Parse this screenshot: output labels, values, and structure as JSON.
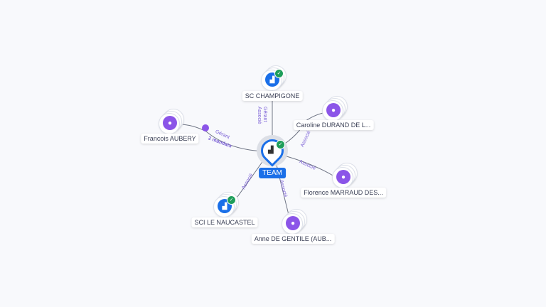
{
  "center": {
    "label": "TEAM",
    "type": "company",
    "verified": true
  },
  "nodes": [
    {
      "label": "SC CHAMPIGONE",
      "type": "company",
      "verified": true,
      "relation": "Gérant\nAssocié"
    },
    {
      "label": "Caroline DURAND DE L...",
      "type": "person",
      "relation": "Associé"
    },
    {
      "label": "Francois AUBERY",
      "type": "person",
      "relation": "Gérant",
      "extra": "2 mandats"
    },
    {
      "label": "Florence MARRAUD DES...",
      "type": "person",
      "relation": "Associé"
    },
    {
      "label": "SCI LE NAUCASTEL",
      "type": "company",
      "verified": true,
      "relation": "Associé"
    },
    {
      "label": "Anne DE GENTILE (AUB...",
      "type": "person",
      "relation": "Associé"
    }
  ],
  "edge_labels": {
    "gerant": "Gérant",
    "associe": "Associé",
    "mandats": "2 mandats"
  },
  "colors": {
    "person": "#8b55e8",
    "company": "#1a6fe8",
    "verified": "#1e9e5a",
    "edge_label": "#7a5fd6"
  }
}
